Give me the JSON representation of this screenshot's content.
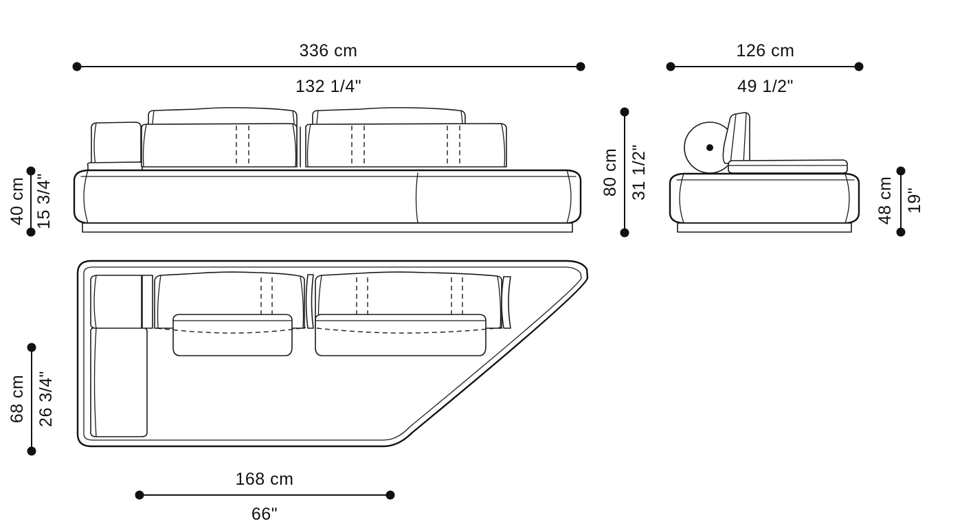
{
  "drawing": {
    "title": "Sectional sofa technical dimension drawing",
    "line_color": "#1a1a1a",
    "background_color": "#ffffff",
    "views": {
      "front_elevation": "front-elevation-view",
      "side_elevation": "side-elevation-view",
      "plan": "plan-view"
    }
  },
  "dimensions": {
    "overall_width": {
      "metric": "336 cm",
      "imperial": "132 1/4\"",
      "orientation": "horizontal",
      "view": "front-elevation"
    },
    "overall_depth": {
      "metric": "126 cm",
      "imperial": "49 1/2\"",
      "orientation": "horizontal",
      "view": "side-elevation"
    },
    "seat_height": {
      "metric": "40 cm",
      "imperial": "15 3/4\"",
      "orientation": "vertical",
      "view": "front-elevation"
    },
    "overall_height": {
      "metric": "80 cm",
      "imperial": "31 1/2\"",
      "orientation": "vertical",
      "view": "side-elevation"
    },
    "base_height": {
      "metric": "48 cm",
      "imperial": "19\"",
      "orientation": "vertical",
      "view": "side-elevation"
    },
    "chaise_depth": {
      "metric": "68 cm",
      "imperial": "26 3/4\"",
      "orientation": "vertical",
      "view": "plan"
    },
    "chaise_width": {
      "metric": "168 cm",
      "imperial": "66\"",
      "orientation": "horizontal",
      "view": "plan"
    }
  }
}
